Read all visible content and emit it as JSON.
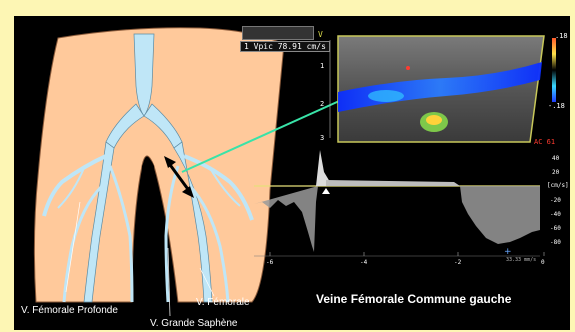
{
  "colors": {
    "background": "#fdf6b4",
    "panel": "#000000",
    "skin": "#ffc99b",
    "vein": "#bfe6f7",
    "pointer_line": "#39e3a8",
    "doppler_blue": "#1f4dff",
    "marker_red": "#ff3b30"
  },
  "labels": {
    "femorale_profonde": "V. Fémorale Profonde",
    "grande_saphene": "V. Grande Saphène",
    "femorale": "V. Fémorale",
    "title": "Veine Fémorale Commune gauche"
  },
  "us_header": {
    "velocity_readout": "1 Vpic 78.91 cm/s",
    "scale_top": ".18",
    "scale_bottom": "-.18",
    "depth_marks": [
      "1",
      "2",
      "3"
    ],
    "gate_marker": "V"
  },
  "doppler": {
    "angle_label": "AC 61",
    "unit": "[cm/s]",
    "y_ticks": [
      "40",
      "20",
      "-20",
      "-40",
      "-60",
      "-80"
    ],
    "x_ticks": [
      "-6",
      "-4",
      "-2",
      "0"
    ],
    "sweep_speed": "33.33 mm/s"
  }
}
